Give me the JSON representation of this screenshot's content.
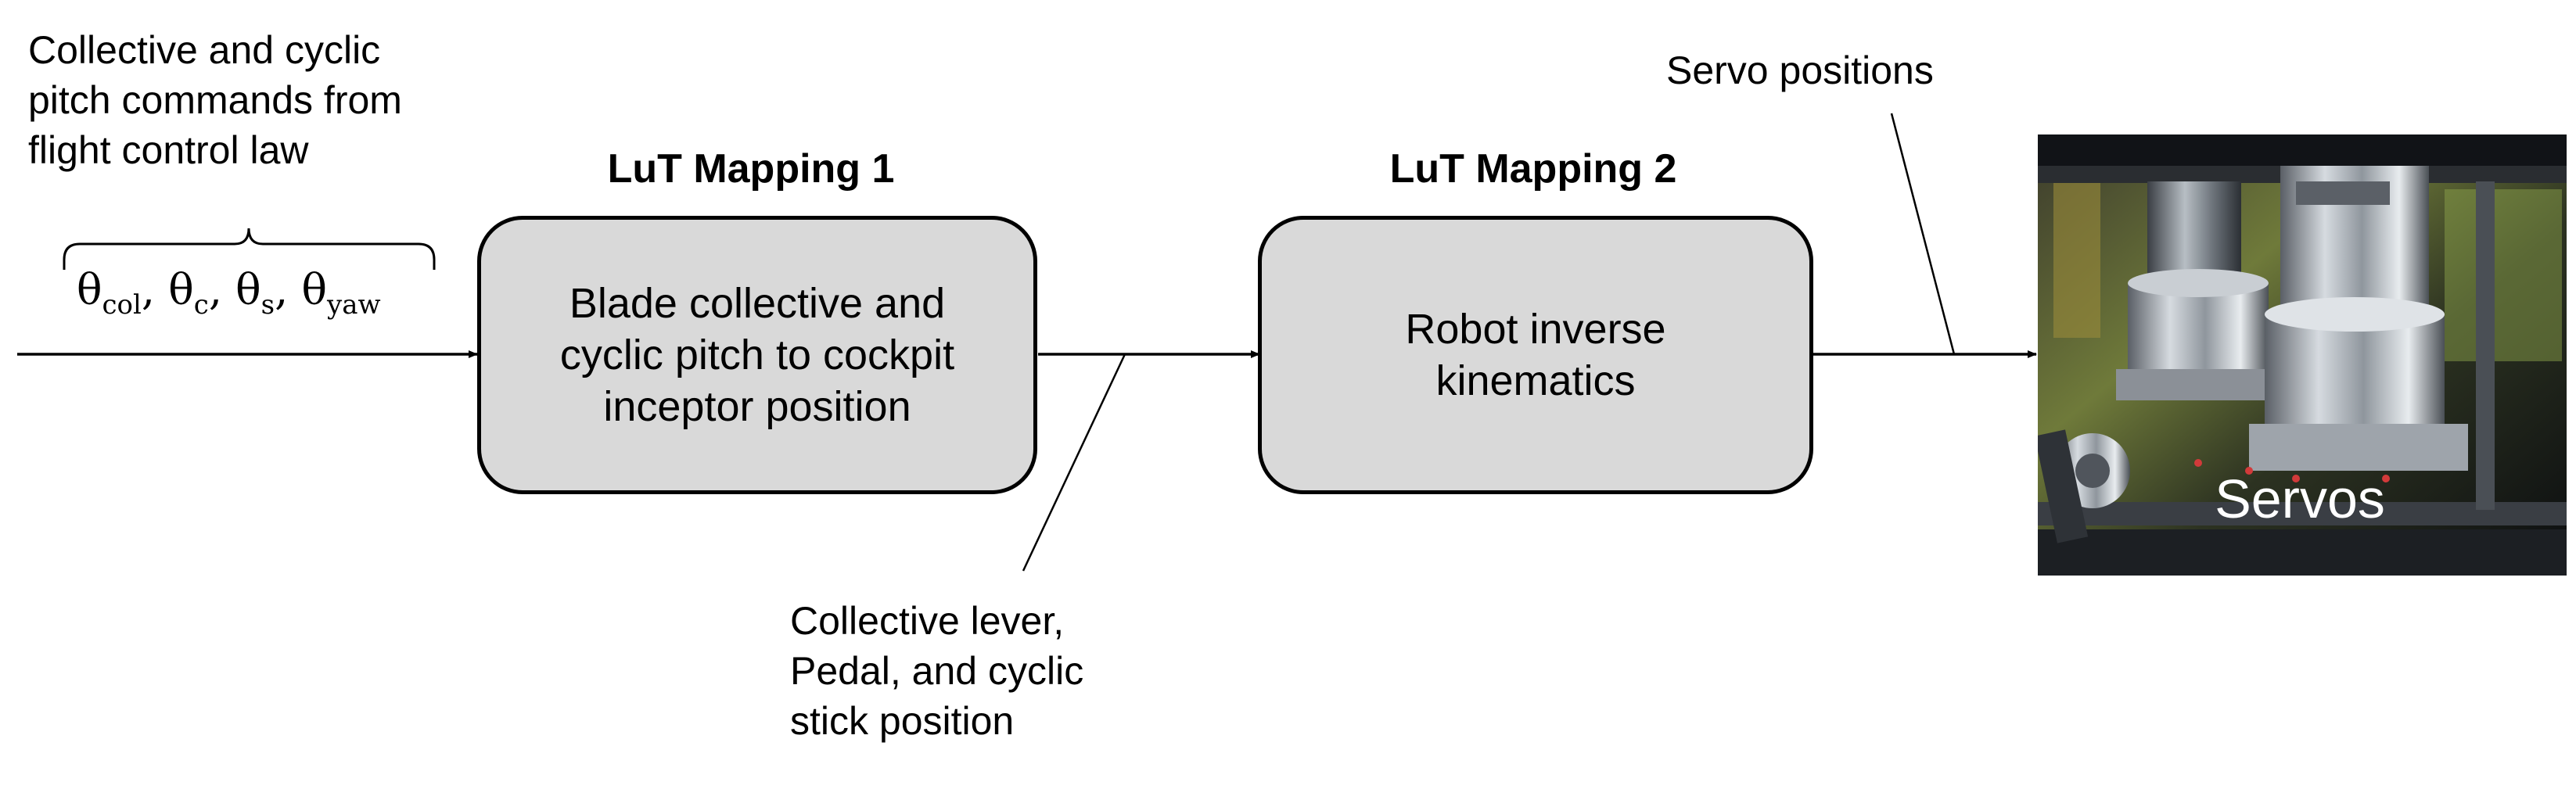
{
  "input": {
    "label_lines": [
      "Collective and cyclic",
      "pitch commands from",
      "flight control law"
    ],
    "symbols": [
      {
        "base": "θ",
        "sub": "col"
      },
      {
        "base": "θ",
        "sub": "c"
      },
      {
        "base": "θ",
        "sub": "s"
      },
      {
        "base": "θ",
        "sub": "yaw"
      }
    ],
    "separator": ", "
  },
  "block1": {
    "title": "LuT Mapping 1",
    "lines": [
      "Blade collective and",
      "cyclic pitch to cockpit",
      "inceptor position"
    ]
  },
  "block2": {
    "title": "LuT Mapping 2",
    "lines": [
      "Robot inverse",
      "kinematics"
    ]
  },
  "intermediate": {
    "label_lines": [
      "Collective lever,",
      "Pedal, and cyclic",
      "stick position"
    ]
  },
  "output": {
    "label": "Servo positions",
    "photo_label": "Servos"
  },
  "colors": {
    "box_fill": "#d9d9d9",
    "stroke": "#000000"
  }
}
